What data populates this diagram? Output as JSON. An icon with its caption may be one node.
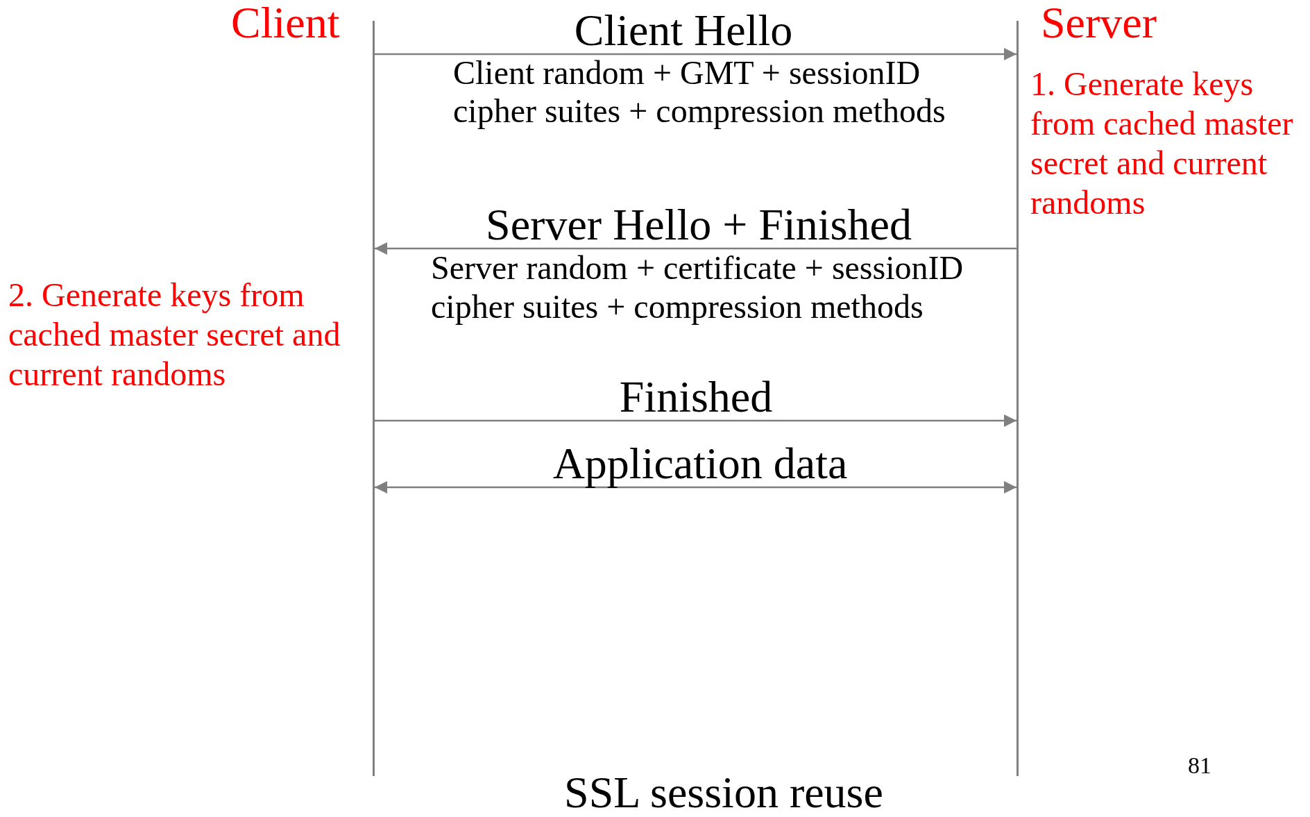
{
  "diagram": {
    "caption": "SSL session reuse",
    "nodes": [
      {
        "text": [],
        "shape": "bar"
      },
      {
        "text": [],
        "shape": "bar"
      }
    ],
    "edges": [
      {
        "from": 0,
        "to": 1,
        "arrow": "to",
        "label": "Client Hello"
      },
      {
        "from": 1,
        "to": 0,
        "arrow": "to",
        "label": "Server Hello + Finished"
      },
      {
        "from": 0,
        "to": 1,
        "arrow": "to",
        "label": "Finished"
      },
      {
        "from": 0,
        "to": 1,
        "arrow": "both",
        "label": "Application data"
      }
    ],
    "labels": [
      "Client",
      "Server",
      "Client random + GMT + sessionID",
      "cipher suites + compression methods",
      "1. Generate keys from cached master secret and current randoms",
      "Server random + certificate + sessionID",
      "cipher suites + compression methods",
      "2. Generate keys from cached master secret and current randoms",
      "81"
    ]
  }
}
